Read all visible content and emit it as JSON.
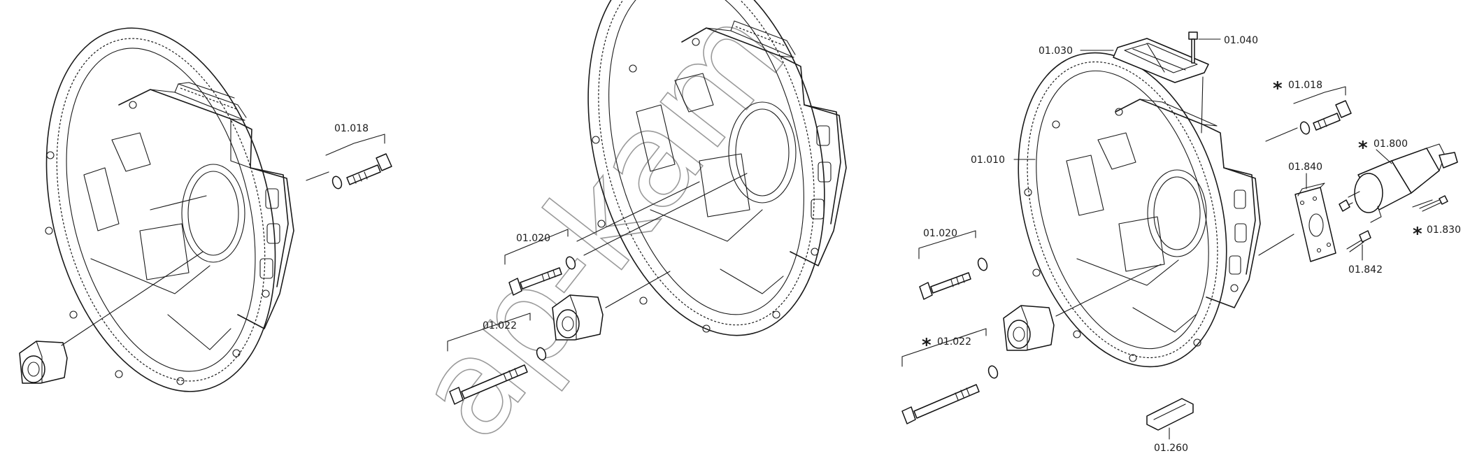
{
  "watermark": "ap-kam",
  "asterisk": "*",
  "labels": {
    "l01018a": "01.018",
    "l01020a": "01.020",
    "l01022a": "01.022",
    "l01030": "01.030",
    "l01040": "01.040",
    "l01010": "01.010",
    "l01020b": "01.020",
    "l01022b": "01.022",
    "l01018b": "01.018",
    "l01800": "01.800",
    "l01840": "01.840",
    "l01830": "01.830",
    "l01842": "01.842",
    "l01260": "01.260"
  },
  "colors": {
    "ink": "#1a1a1a",
    "watermark": "#9a9a9a",
    "background": "#ffffff"
  }
}
